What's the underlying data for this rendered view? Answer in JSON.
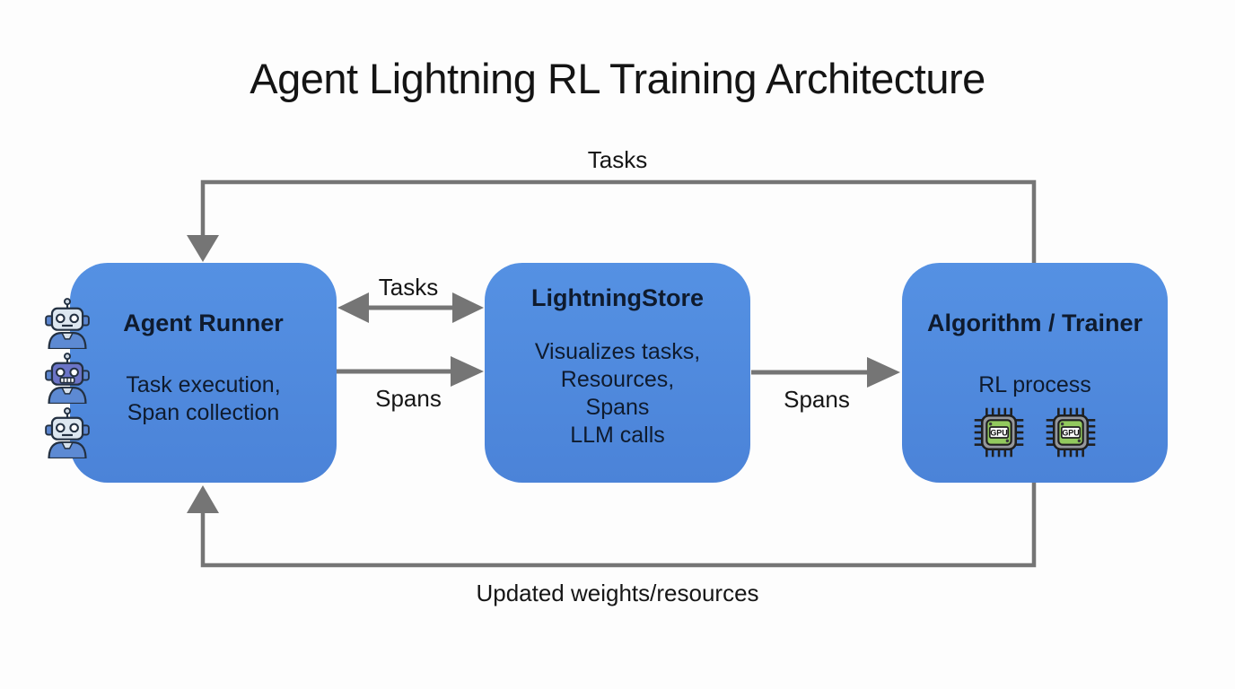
{
  "title": "Agent Lightning RL Training Architecture",
  "nodes": [
    {
      "title": "Agent Runner",
      "lines": [
        "Task execution,",
        "Span collection"
      ]
    },
    {
      "title": "LightningStore",
      "lines": [
        "Visualizes tasks,",
        "Resources,",
        "Spans",
        "LLM calls"
      ]
    },
    {
      "title": "Algorithm / Trainer",
      "lines": [
        "RL process"
      ]
    }
  ],
  "edges": {
    "top_tasks": "Tasks",
    "mid_tasks": "Tasks",
    "mid_spans": "Spans",
    "right_spans": "Spans",
    "bottom_feedback": "Updated weights/resources"
  },
  "icons": {
    "robot": "robot-icon",
    "gpu_chip": "gpu-chip-icon",
    "gpu_label": "GPU",
    "robot_count": 3,
    "gpu_count": 2
  },
  "colors": {
    "node_fill": "#5089DD",
    "node_text": "#0F1B2E",
    "arrow": "#757575",
    "title_text": "#141414",
    "background": "#FDFDFD",
    "gpu_green": "#92C95E"
  }
}
